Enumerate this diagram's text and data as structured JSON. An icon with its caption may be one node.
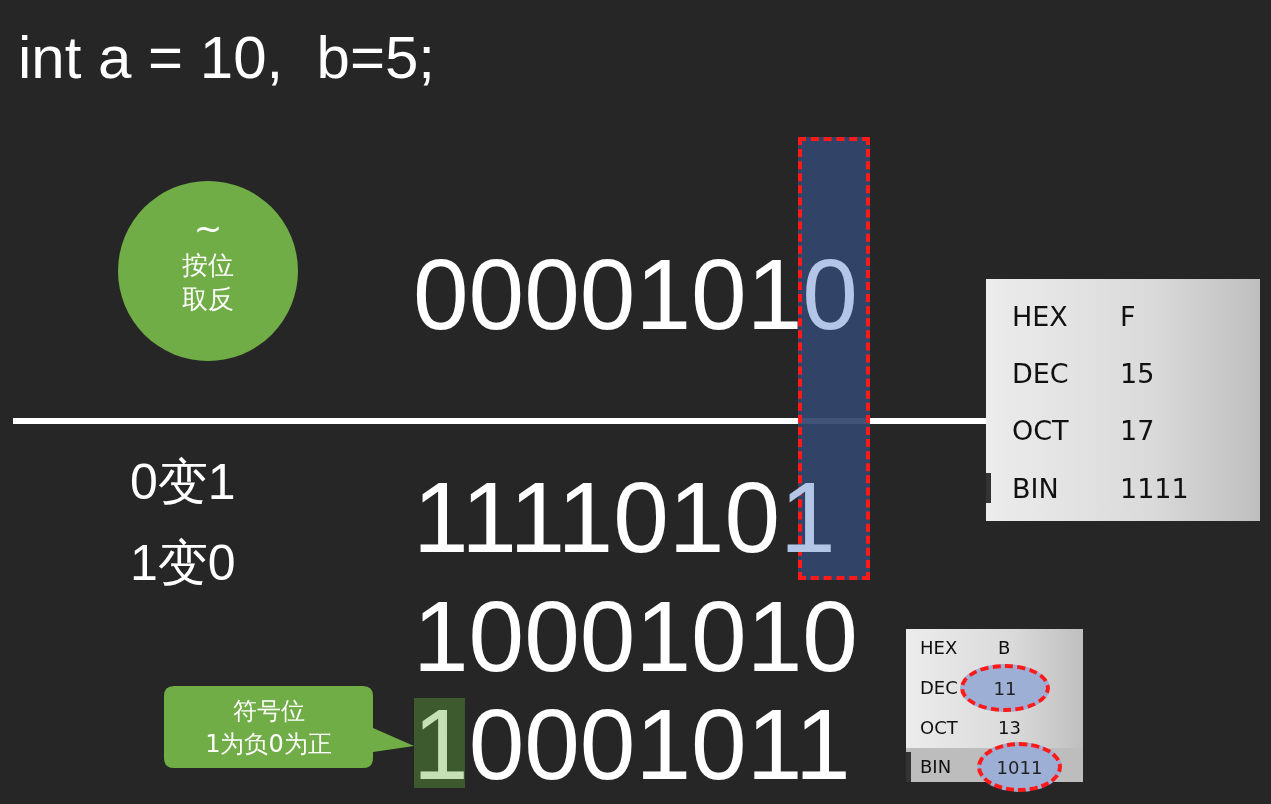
{
  "diagram": {
    "title": "int a = 10,  b=5;",
    "nodes": [
      {
        "text": [
          "~",
          "按位取反"
        ]
      },
      {
        "text": [
          "HEX",
          "F",
          "DEC",
          "15",
          "OCT",
          "17",
          "BIN",
          "1111"
        ]
      },
      {
        "text": [
          "HEX",
          "B",
          "DEC",
          "OCT",
          "13",
          "BIN"
        ]
      },
      {
        "text": [
          "11"
        ],
        "in": 2
      },
      {
        "text": [
          "1011"
        ],
        "in": 2
      },
      {
        "text": [
          "符号位",
          "1为负0为正"
        ]
      }
    ],
    "labels": [
      "00001010",
      "0变1",
      "11110101",
      "1变0",
      "10001010",
      "10001011"
    ]
  }
}
